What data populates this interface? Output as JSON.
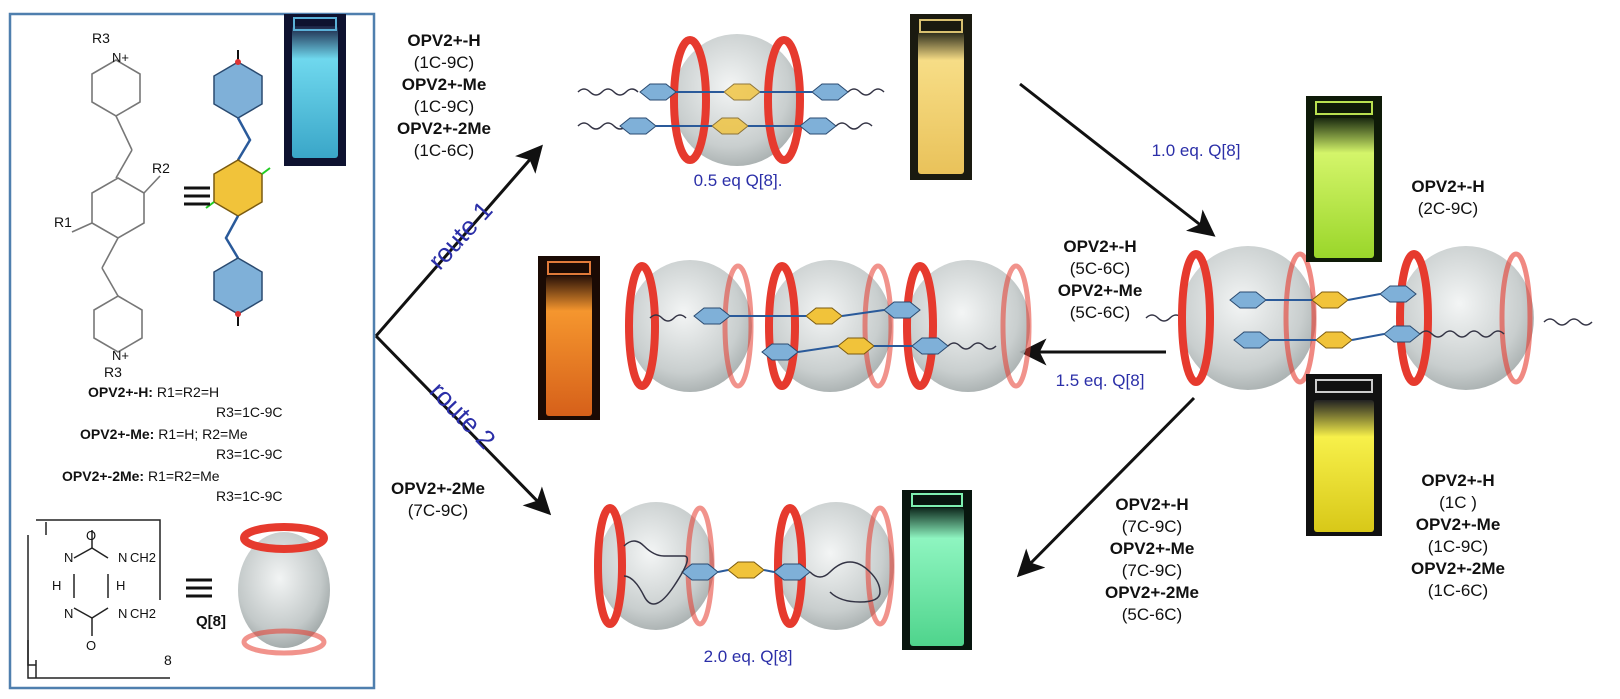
{
  "left_panel": {
    "structure_labels": {
      "r3_top": "R3",
      "n_plus_top": "N+",
      "r2": "R2",
      "r1": "R1",
      "n_plus_bottom": "N+",
      "r3_bottom": "R3",
      "equiv": "≡"
    },
    "definitions": [
      {
        "name": "OPV2+-H:",
        "line1": "R1=R2=H",
        "line2": "R3=1C-9C"
      },
      {
        "name": "OPV2+-Me:",
        "line1": "R1=H; R2=Me",
        "line2": "R3=1C-9C"
      },
      {
        "name": "OPV2+-2Me:",
        "line1": "R1=R2=Me",
        "line2": "R3=1C-9C"
      }
    ],
    "q8": {
      "label": "Q[8]",
      "subscript": "8",
      "atoms": [
        "O",
        "N",
        "CH2",
        "N",
        "H",
        "H",
        "N",
        "CH2",
        "N",
        "O"
      ]
    }
  },
  "labels": {
    "route1_conditions": [
      {
        "name": "OPV2+-H",
        "range": "(1C-9C)"
      },
      {
        "name": "OPV2+-Me",
        "range": "(1C-9C)"
      },
      {
        "name": "OPV2+-2Me",
        "range": "(1C-6C)"
      }
    ],
    "route2_conditions": [
      {
        "name": "OPV2+-2Me",
        "range": "(7C-9C)"
      }
    ],
    "route1": "route 1",
    "route2": "route 2",
    "eq_05": "0.5 eq Q[8].",
    "eq_10": "1.0 eq. Q[8]",
    "eq_15": "1.5 eq. Q[8]",
    "eq_20": "2.0 eq. Q[8]",
    "right_green": [
      {
        "name": "OPV2+-H",
        "range": "(2C-9C)"
      }
    ],
    "middle_conditions": [
      {
        "name": "OPV2+-H",
        "range": "(5C-6C)"
      },
      {
        "name": "OPV2+-Me",
        "range": "(5C-6C)"
      }
    ],
    "bottom_conditions": [
      {
        "name": "OPV2+-H",
        "range": "(7C-9C)"
      },
      {
        "name": "OPV2+-Me",
        "range": "(7C-9C)"
      },
      {
        "name": "OPV2+-2Me",
        "range": "(5C-6C)"
      }
    ],
    "right_yellow": [
      {
        "name": "OPV2+-H",
        "range": "(1C )"
      },
      {
        "name": "OPV2+-Me",
        "range": "(1C-9C)"
      },
      {
        "name": "OPV2+-2Me",
        "range": "(1C-6C)"
      }
    ]
  },
  "colors": {
    "ring_red": "#e63a2e",
    "barrel_gray": "#c9cfcf",
    "phenyl_blue": "#7fb0d8",
    "core_yellow": "#f1c33a",
    "panel_border": "#4f7fae",
    "label_blue": "#2b2fa8",
    "vial_cyan": "#7fe6f0",
    "vial_amber": "#f6d67a",
    "vial_lime": "#c7f03a",
    "vial_orange": "#f08a2a",
    "vial_yellow": "#f4ec3a",
    "vial_mint": "#7ef0b0"
  }
}
